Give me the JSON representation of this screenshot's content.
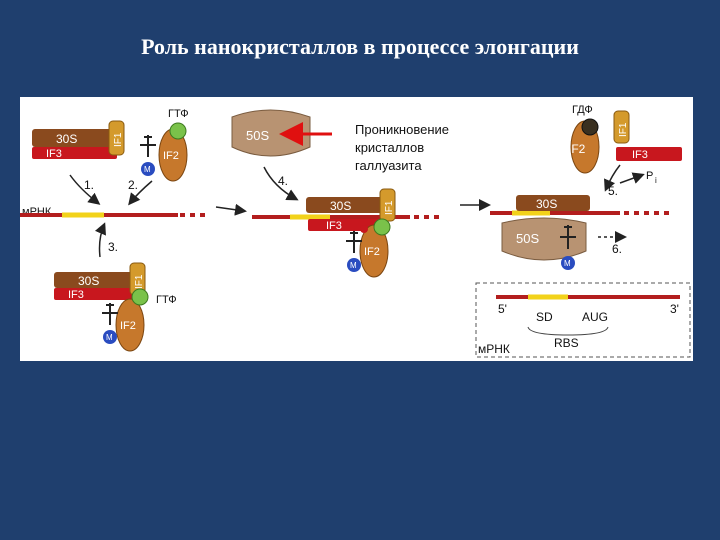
{
  "slide": {
    "title": "Роль нанокристаллов в процессе элонгации",
    "annotation_lines": [
      "Проникновение",
      "кристаллов",
      "галлуазита"
    ]
  },
  "diagram": {
    "subunit_small": "30S",
    "subunit_large": "50S",
    "factor_if1": "IF1",
    "factor_if2": "IF2",
    "factor_if3": "IF3",
    "met_label": "M",
    "gtp_label": "ГТФ",
    "gdp_label": "ГДФ",
    "pi_label": "P",
    "pi_sub": "i",
    "mrna_label": "мРНК",
    "steps": [
      "1.",
      "2.",
      "3.",
      "4.",
      "5.",
      "6."
    ],
    "legend": {
      "five_prime": "5'",
      "three_prime": "3'",
      "sd": "SD",
      "aug": "AUG",
      "rbs": "RBS",
      "mrna": "мРНК"
    }
  },
  "colors": {
    "background": "#1f3f6e",
    "title_text": "#ffffff",
    "ribosome_30s": "#8a4a1e",
    "ribosome_50s": "#b89372",
    "if3_red": "#c8171e",
    "if1_gold": "#d49a2c",
    "if2_brown": "#c6782c",
    "gtp_green": "#7ac24a",
    "gdp_dark": "#3a3020",
    "met_blue": "#2a4cc0",
    "mrna_red": "#b31e1e",
    "sd_yellow": "#f2d21a",
    "arrow_red": "#e01010"
  }
}
